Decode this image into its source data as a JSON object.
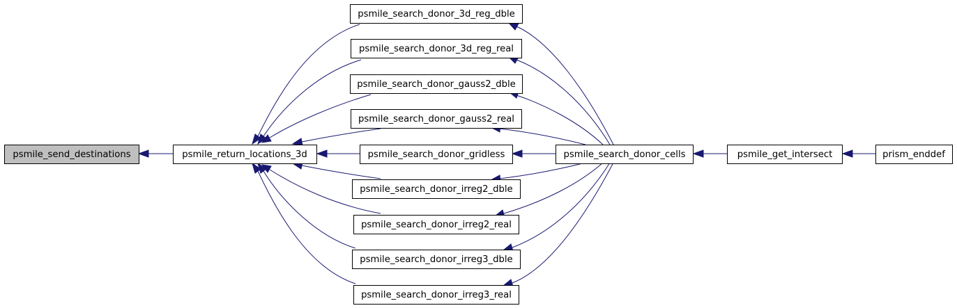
{
  "colors": {
    "edge": "#191970",
    "node_border": "#000000",
    "node_fill": "#ffffff",
    "highlight_fill": "#bfbfbf",
    "background": "#ffffff"
  },
  "nodes": {
    "send_destinations": "psmile_send_destinations",
    "return_locations_3d": "psmile_return_locations_3d",
    "donor_3d_reg_dble": "psmile_search_donor_3d_reg_dble",
    "donor_3d_reg_real": "psmile_search_donor_3d_reg_real",
    "donor_gauss2_dble": "psmile_search_donor_gauss2_dble",
    "donor_gauss2_real": "psmile_search_donor_gauss2_real",
    "donor_gridless": "psmile_search_donor_gridless",
    "donor_irreg2_dble": "psmile_search_donor_irreg2_dble",
    "donor_irreg2_real": "psmile_search_donor_irreg2_real",
    "donor_irreg3_dble": "psmile_search_donor_irreg3_dble",
    "donor_irreg3_real": "psmile_search_donor_irreg3_real",
    "donor_cells": "psmile_search_donor_cells",
    "get_intersect": "psmile_get_intersect",
    "enddef": "prism_enddef"
  },
  "edges": [
    {
      "from": "return_locations_3d",
      "to": "send_destinations"
    },
    {
      "from": "donor_3d_reg_dble",
      "to": "return_locations_3d"
    },
    {
      "from": "donor_3d_reg_real",
      "to": "return_locations_3d"
    },
    {
      "from": "donor_gauss2_dble",
      "to": "return_locations_3d"
    },
    {
      "from": "donor_gauss2_real",
      "to": "return_locations_3d"
    },
    {
      "from": "donor_gridless",
      "to": "return_locations_3d"
    },
    {
      "from": "donor_irreg2_dble",
      "to": "return_locations_3d"
    },
    {
      "from": "donor_irreg2_real",
      "to": "return_locations_3d"
    },
    {
      "from": "donor_irreg3_dble",
      "to": "return_locations_3d"
    },
    {
      "from": "donor_irreg3_real",
      "to": "return_locations_3d"
    },
    {
      "from": "donor_cells",
      "to": "donor_3d_reg_dble"
    },
    {
      "from": "donor_cells",
      "to": "donor_3d_reg_real"
    },
    {
      "from": "donor_cells",
      "to": "donor_gauss2_dble"
    },
    {
      "from": "donor_cells",
      "to": "donor_gauss2_real"
    },
    {
      "from": "donor_cells",
      "to": "donor_gridless"
    },
    {
      "from": "donor_cells",
      "to": "donor_irreg2_dble"
    },
    {
      "from": "donor_cells",
      "to": "donor_irreg2_real"
    },
    {
      "from": "donor_cells",
      "to": "donor_irreg3_dble"
    },
    {
      "from": "donor_cells",
      "to": "donor_irreg3_real"
    },
    {
      "from": "get_intersect",
      "to": "donor_cells"
    },
    {
      "from": "enddef",
      "to": "get_intersect"
    }
  ]
}
